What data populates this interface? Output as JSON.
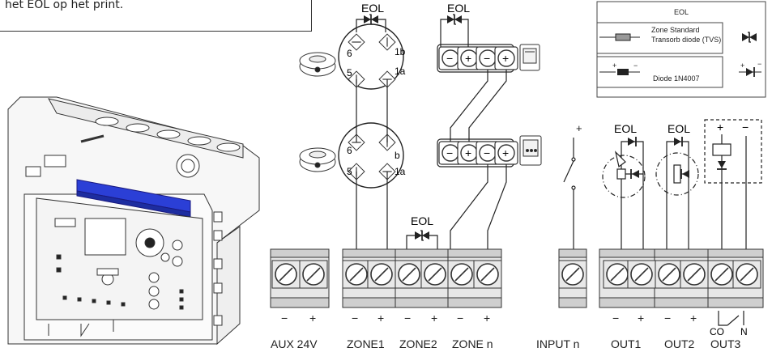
{
  "note": {
    "text": "het EOL op het print."
  },
  "eol_label": "EOL",
  "legend": {
    "title": "EOL",
    "row1_line1": "Zone Standard",
    "row1_line2": "Transorb diode (TVS)",
    "row2_text": "Diode 1N4007"
  },
  "detector_terminals": {
    "t6": "6",
    "t5": "5",
    "tb": "b",
    "t1b": "1b",
    "t1a": "1a"
  },
  "polarity": {
    "minus": "−",
    "plus": "+"
  },
  "terminal_blocks": [
    {
      "label": "AUX 24V"
    },
    {
      "label": "ZONE1"
    },
    {
      "label": "ZONE2"
    },
    {
      "label": "ZONE n"
    },
    {
      "label": "INPUT n"
    },
    {
      "label": "OUT1"
    },
    {
      "label": "OUT2"
    },
    {
      "label": "OUT3"
    }
  ],
  "out3_contacts": {
    "co": "CO",
    "n": "N"
  },
  "colors": {
    "line": "#222222",
    "module_blue": "#2b3fd6",
    "terminal_fill": "#e6e6e6",
    "terminal_dark": "#9a9a9a"
  },
  "icons": [
    "smoke-detector-icon",
    "manual-call-point-icon",
    "sounder-icon",
    "beacon-icon",
    "relay-icon",
    "diode-icon",
    "tvs-diode-icon",
    "switch-icon"
  ]
}
